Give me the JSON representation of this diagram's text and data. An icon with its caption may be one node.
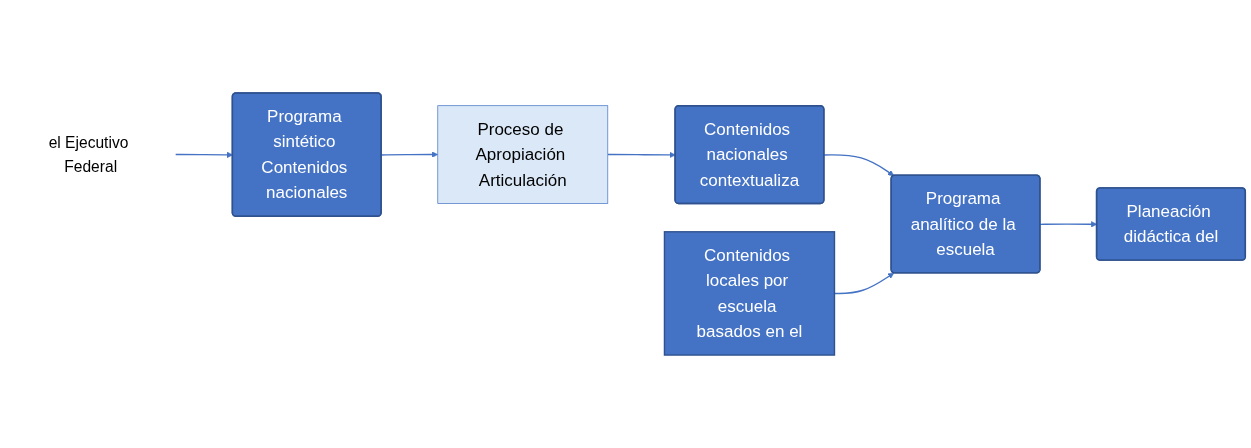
{
  "diagram": {
    "nodes": [
      {
        "text": [
          "Programa sintético Contenidos nacionales"
        ]
      },
      {
        "text": [
          "Proceso de Apropiación Articulación"
        ]
      },
      {
        "text": [
          "Contenidos nacionales contextualiza"
        ]
      },
      {
        "text": [
          "Contenidos locales por escuela basados en el"
        ]
      },
      {
        "text": [
          "Programa analítico de la escuela"
        ]
      },
      {
        "text": [
          "Planeación didáctica del"
        ]
      },
      {
        "text": [
          "el Ejecutivo Federal"
        ]
      }
    ],
    "edges": [
      {
        "from": 6,
        "to": 0,
        "arrow": "to"
      },
      {
        "from": 0,
        "to": 1,
        "arrow": "to"
      },
      {
        "from": 1,
        "to": 2,
        "arrow": "to"
      },
      {
        "from": 2,
        "to": 4,
        "arrow": "to"
      },
      {
        "from": 3,
        "to": 4,
        "arrow": "to"
      },
      {
        "from": 4,
        "to": 5,
        "arrow": "to"
      }
    ]
  }
}
